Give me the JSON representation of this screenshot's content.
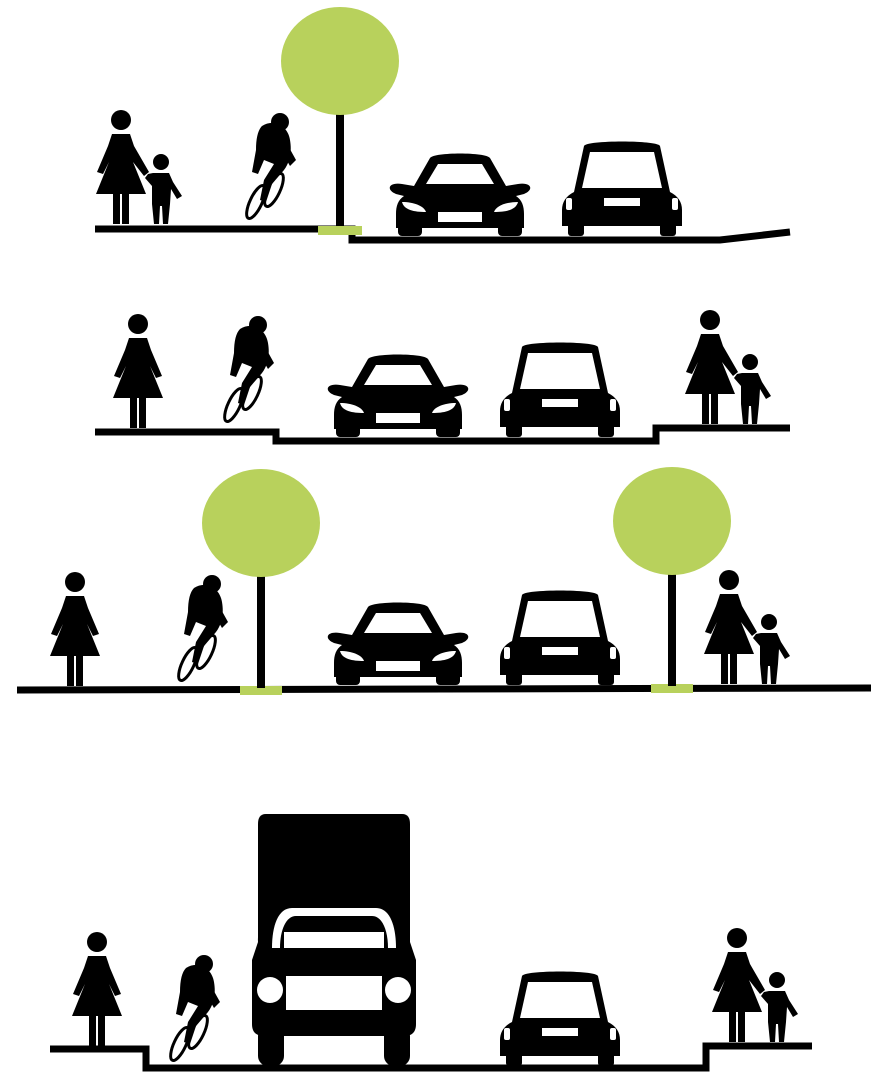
{
  "colors": {
    "ink": "#000000",
    "tree": "#b8d15c",
    "background": "#ffffff"
  },
  "sections": [
    {
      "id": "street-section-1",
      "elements": [
        "woman-with-child-icon",
        "cyclist-icon",
        "tree-icon",
        "car-front-icon",
        "car-rear-icon"
      ]
    },
    {
      "id": "street-section-2",
      "elements": [
        "woman-icon",
        "cyclist-icon",
        "car-front-icon",
        "car-rear-icon",
        "woman-with-child-icon"
      ]
    },
    {
      "id": "street-section-3",
      "elements": [
        "woman-icon",
        "cyclist-icon",
        "tree-icon",
        "car-front-icon",
        "car-rear-icon",
        "tree-icon",
        "woman-with-child-icon"
      ]
    },
    {
      "id": "street-section-4",
      "elements": [
        "woman-icon",
        "cyclist-icon",
        "truck-front-icon",
        "car-rear-icon",
        "woman-with-child-icon"
      ]
    }
  ]
}
